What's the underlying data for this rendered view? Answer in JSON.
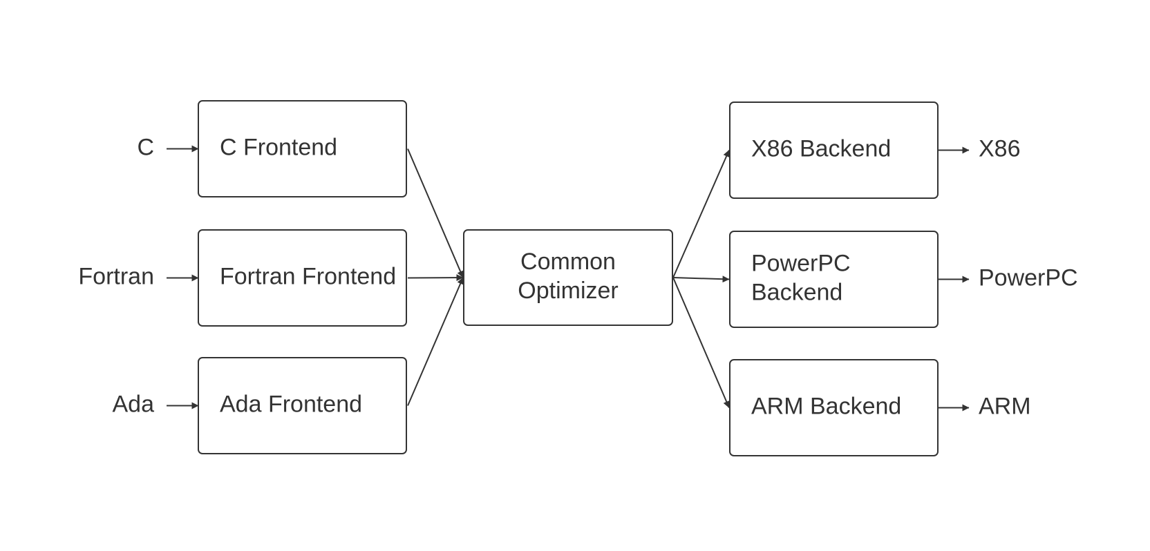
{
  "diagram": {
    "inputs": [
      "C",
      "Fortran",
      "Ada"
    ],
    "frontends": [
      "C Frontend",
      "Fortran Frontend",
      "Ada Frontend"
    ],
    "optimizer": [
      "Common",
      "Optimizer"
    ],
    "backends": [
      [
        "X86 Backend"
      ],
      [
        "PowerPC",
        "Backend"
      ],
      [
        "ARM Backend"
      ]
    ],
    "outputs": [
      "X86",
      "PowerPC",
      "ARM"
    ],
    "colors": {
      "stroke": "#333333",
      "text": "#333333",
      "background": "#ffffff"
    }
  }
}
